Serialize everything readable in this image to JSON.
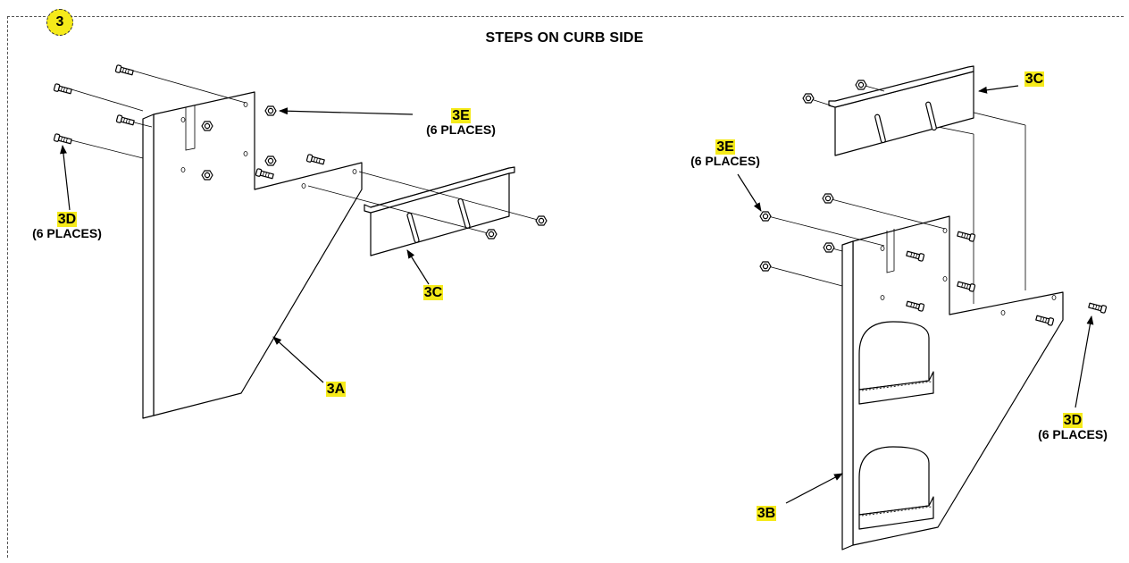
{
  "step": {
    "number": "3"
  },
  "title": "STEPS ON CURB SIDE",
  "callouts": {
    "left_3e": {
      "id": "3E",
      "sub": "(6 PLACES)"
    },
    "left_3d": {
      "id": "3D",
      "sub": "(6 PLACES)"
    },
    "left_3c": {
      "id": "3C"
    },
    "left_3a": {
      "id": "3A"
    },
    "right_3c": {
      "id": "3C"
    },
    "right_3e": {
      "id": "3E",
      "sub": "(6 PLACES)"
    },
    "right_3d": {
      "id": "3D",
      "sub": "(6 PLACES)"
    },
    "right_3b": {
      "id": "3B"
    }
  },
  "colors": {
    "highlight": "#f5ea1a",
    "line": "#000000",
    "frame": "#555555"
  },
  "icons": [
    "bolt-icon",
    "nut-icon",
    "arrow-icon"
  ]
}
